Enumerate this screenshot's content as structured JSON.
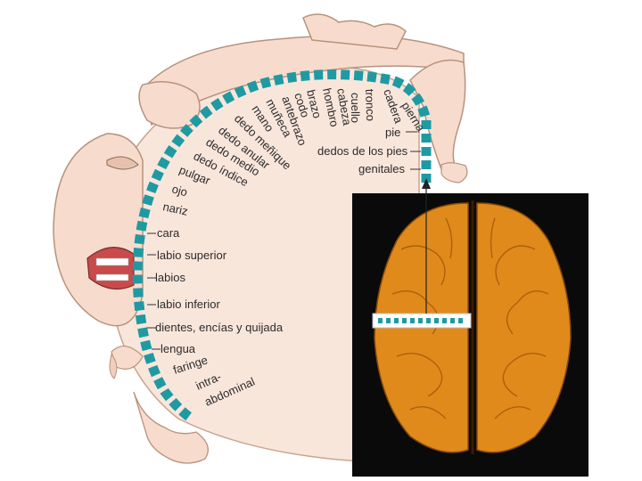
{
  "labels_lateral": [
    "cuello",
    "tronco",
    "cadera",
    "pierna",
    "pie",
    "dedos de los pies",
    "genitales"
  ],
  "labels_arc": [
    "hombro",
    "cabeza",
    "brazo",
    "codo",
    "antebrazo",
    "muñeca",
    "mano",
    "dedo meñique",
    "dedo anular",
    "dedo medio",
    "dedo índice",
    "pulgar",
    "ojo",
    "nariz",
    "cara",
    "labio superior",
    "labios",
    "labio inferior",
    "dientes, encías y quijada",
    "lengua",
    "faringe",
    "intra-",
    "abdominal"
  ],
  "colors": {
    "strip": "#1f9aa3",
    "skin": "#f7e3d6",
    "skin_outline": "#c9a48f",
    "brain": "#e08a1c",
    "photo_bg": "#0a0a0a"
  }
}
